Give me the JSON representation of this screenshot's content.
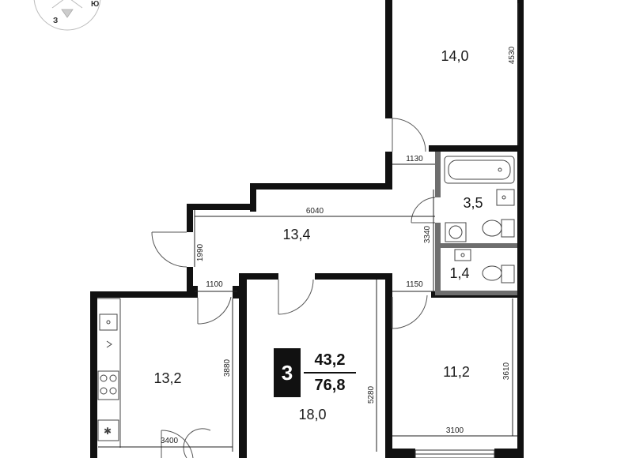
{
  "compass": {
    "north_label": "Ю",
    "west_label": "З"
  },
  "apartment": {
    "rooms": "3",
    "living_area": "43,2",
    "total_area": "76,8"
  },
  "rooms": {
    "bedroom_top": "14,0",
    "corridor": "13,4",
    "bathroom": "3,5",
    "toilet": "1,4",
    "kitchen": "13,2",
    "living_room": "18,0",
    "bedroom_right": "11,2"
  },
  "dimensions": {
    "bedroom_top_height": "4530",
    "bathroom_door_width": "1130",
    "corridor_length": "6040",
    "bathroom_height": "3340",
    "entrance_height": "1990",
    "kitchen_door_width": "1100",
    "right_door_width": "1150",
    "kitchen_height": "3880",
    "living_height": "5280",
    "right_bedroom_height": "3610",
    "kitchen_width": "3400",
    "right_bedroom_width": "3100"
  }
}
